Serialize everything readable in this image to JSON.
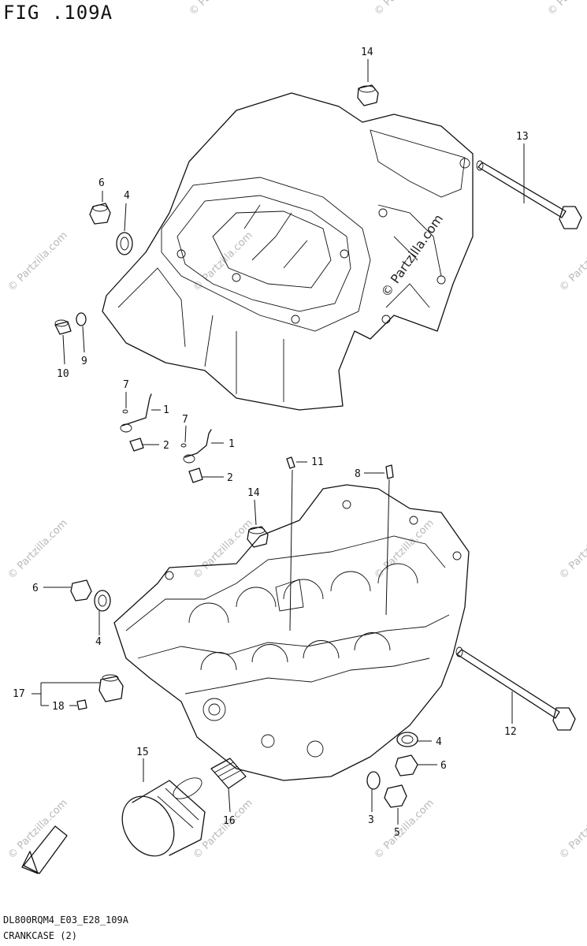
{
  "figure": {
    "title": "FIG .109A",
    "code": "DL800RQM4_E03_E28_109A",
    "name": "CRANKCASE (2)"
  },
  "watermark": "© Partzilla.com",
  "callouts": [
    "14",
    "13",
    "6",
    "4",
    "10",
    "9",
    "7",
    "1",
    "7",
    "1",
    "2",
    "2",
    "11",
    "8",
    "14",
    "6",
    "4",
    "17",
    "18",
    "15",
    "16",
    "12",
    "4",
    "6",
    "3",
    "5"
  ],
  "fwd_label": "FWD"
}
